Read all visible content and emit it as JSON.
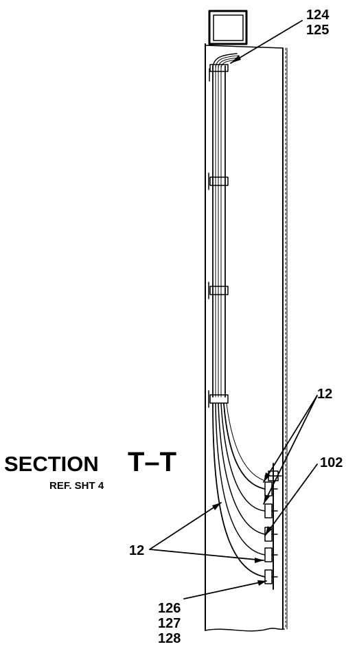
{
  "section": {
    "title_word": "SECTION",
    "title_id": "T–T",
    "reference": "REF. SHT 4"
  },
  "callouts": {
    "c124": "124",
    "c125": "125",
    "c12_right": "12",
    "c102": "102",
    "c12_left": "12",
    "c126": "126",
    "c127": "127",
    "c128": "128"
  },
  "colors": {
    "ink": "#000000",
    "paper": "#ffffff"
  }
}
